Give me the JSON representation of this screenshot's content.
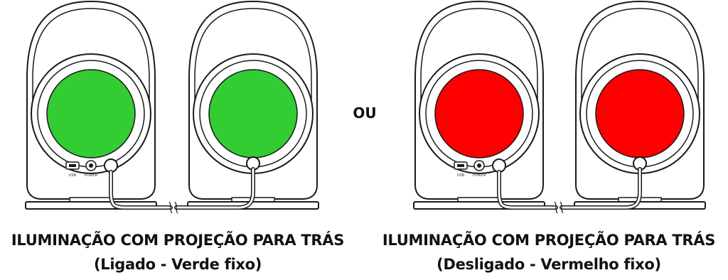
{
  "left": {
    "title": "ILUMINAÇÃO COM PROJEÇÃO PARA TRÁS",
    "subtitle": "(Ligado - Verde fixo)",
    "light_color": "#33cc33"
  },
  "separator": "OU",
  "right": {
    "title": "ILUMINAÇÃO COM PROJEÇÃO PARA TRÁS",
    "subtitle": "(Desligado - Vermelho fixo)",
    "light_color": "#ff0000"
  },
  "port_labels": {
    "usb": "USB",
    "power": "POWER"
  }
}
